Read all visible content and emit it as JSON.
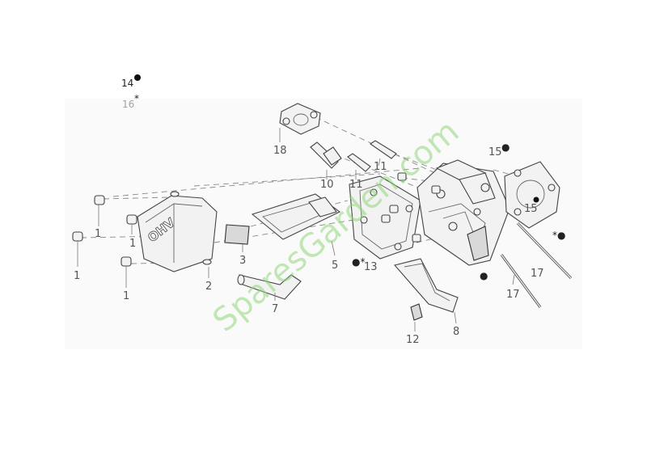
{
  "legend": {
    "dot_item": "14",
    "asterisk_item": "16",
    "dot_symbol": "●",
    "asterisk_symbol": "*"
  },
  "labels": {
    "l1a": "1",
    "l1b": "1",
    "l1c": "1",
    "l2": "2",
    "l3": "3",
    "l5": "5",
    "l7": "7",
    "l8": "8",
    "l10": "10",
    "l11a": "11",
    "l11b": "11",
    "l12": "12",
    "l13": "13",
    "l15a": "15",
    "l15b": "15",
    "l17a": "17",
    "l17b": "17",
    "l18": "18"
  },
  "marks": {
    "m13": "●*",
    "m15": "●",
    "m_right": "*●",
    "m_bottom": "●"
  },
  "cover_text": "OHV",
  "watermark": "SparesGarden.com",
  "colors": {
    "watermark": "#8fd67a",
    "line": "#444444"
  }
}
